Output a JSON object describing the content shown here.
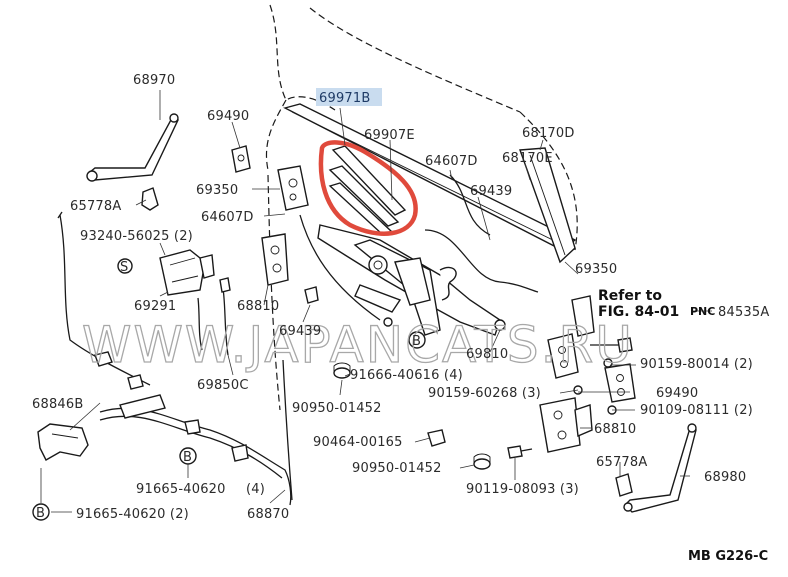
{
  "labels": {
    "p68970": "68970",
    "p69490a": "69490",
    "p69971b": "69971B",
    "p69907e": "69907E",
    "p68170d": "68170D",
    "p64607d_a": "64607D",
    "p68170e": "68170E",
    "p69350a": "69350",
    "p69439a": "69439",
    "p65778a_a": "65778A",
    "p64607d_b": "64607D",
    "p93240": "93240-56025 (2)",
    "p69291": "69291",
    "p68810a": "68810",
    "p69350b": "69350",
    "refer_to": "Refer to",
    "fig": "FIG. 84-01",
    "pnc_prefix": "PNC",
    "p84535a": "84535A",
    "p69439b": "69439",
    "p69810": "69810",
    "p90159_80014": "90159-80014 (2)",
    "p69850c": "69850C",
    "p91666": "91666-40616 (4)",
    "p69490b": "69490",
    "p68846b": "68846B",
    "p90950_a": "90950-01452",
    "p90159_60268": "90159-60268 (3)",
    "p90109": "90109-08111 (2)",
    "p68810b": "68810",
    "p90464": "90464-00165",
    "p65778a_b": "65778A",
    "p90950_b": "90950-01452",
    "p68980": "68980",
    "p91665_a_num": "91665-40620",
    "p91665_a_qty": "(4)",
    "p90119": "90119-08093 (3)",
    "p68870": "68870",
    "p91665_b": "91665-40620 (2)",
    "ref_code": "MB G226-C"
  },
  "symbols": {
    "s_mark": "S",
    "b_mark": "B"
  },
  "watermark": "WWW.JAPANCATS.RU",
  "colors": {
    "line": "#1a1a1a",
    "label_text": "#2b2b2b",
    "highlight_fill": "#c9dcef",
    "highlight_text": "#1f3b66",
    "callout_red": "#e04a3c",
    "watermark": "#a8a8a8"
  }
}
